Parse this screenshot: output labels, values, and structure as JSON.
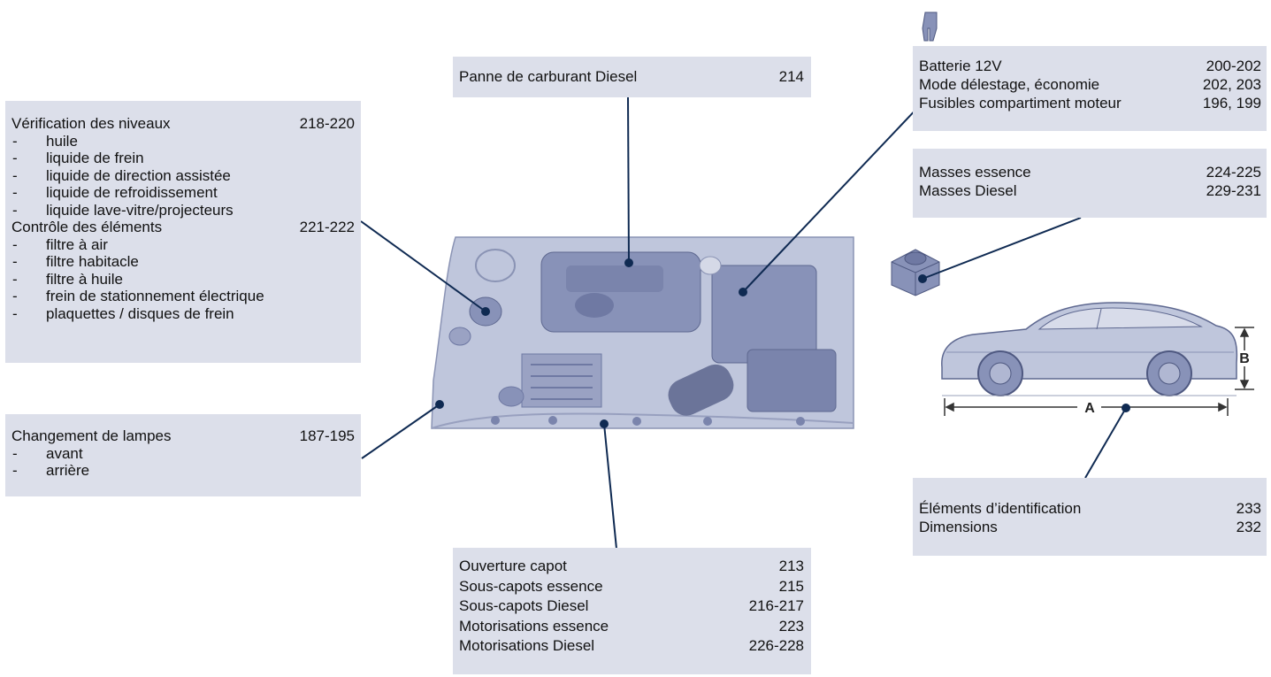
{
  "boxes": {
    "panne": {
      "items": [
        {
          "label": "Panne de carburant Diesel",
          "page": "214"
        }
      ]
    },
    "verification": {
      "groups": [
        {
          "label": "Vérification des niveaux",
          "page": "218-220",
          "subs": [
            "huile",
            "liquide de frein",
            "liquide de direction assistée",
            "liquide de refroidissement",
            "liquide lave-vitre/projecteurs"
          ]
        },
        {
          "label": "Contrôle des éléments",
          "page": "221-222",
          "subs": [
            "filtre à air",
            "filtre habitacle",
            "filtre à huile",
            "frein de stationnement électrique",
            "plaquettes / disques de frein"
          ]
        }
      ]
    },
    "lampes": {
      "groups": [
        {
          "label": "Changement de lampes",
          "page": "187-195",
          "subs": [
            "avant",
            "arrière"
          ]
        }
      ]
    },
    "batterie": {
      "items": [
        {
          "label": "Batterie 12V",
          "page": "200-202"
        },
        {
          "label": "Mode délestage, économie",
          "page": "202, 203"
        },
        {
          "label": "Fusibles compartiment moteur",
          "page": "196, 199"
        }
      ]
    },
    "masses": {
      "items": [
        {
          "label": "Masses essence",
          "page": "224-225"
        },
        {
          "label": "Masses Diesel",
          "page": "229-231"
        }
      ]
    },
    "identification": {
      "items": [
        {
          "label": "Éléments d’identification",
          "page": "233"
        },
        {
          "label": "Dimensions",
          "page": "232"
        }
      ]
    },
    "capot": {
      "items": [
        {
          "label": "Ouverture capot",
          "page": "213"
        },
        {
          "label": "Sous-capots essence",
          "page": "215"
        },
        {
          "label": "Sous-capots Diesel",
          "page": "216-217"
        },
        {
          "label": "Motorisations essence",
          "page": "223"
        },
        {
          "label": "Motorisations Diesel",
          "page": "226-228"
        }
      ]
    }
  },
  "dash": "-",
  "dimension_labels": {
    "length": "A",
    "height": "B"
  },
  "colors": {
    "box_bg": "#dcdfea",
    "line": "#0f2a52",
    "engine_bg": "#bfc6dc",
    "engine_part": "#8892b8"
  }
}
